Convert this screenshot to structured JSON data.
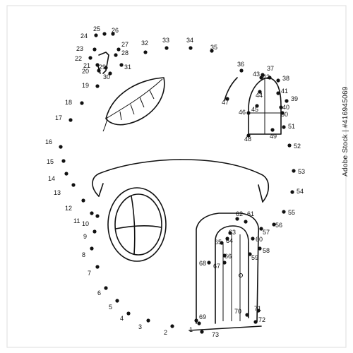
{
  "puzzle": {
    "dots": [
      {
        "n": "1"
      },
      {
        "n": "2"
      },
      {
        "n": "3"
      },
      {
        "n": "4"
      },
      {
        "n": "5"
      },
      {
        "n": "6"
      },
      {
        "n": "7"
      },
      {
        "n": "8"
      },
      {
        "n": "9"
      },
      {
        "n": "10"
      },
      {
        "n": "11"
      },
      {
        "n": "12"
      },
      {
        "n": "13"
      },
      {
        "n": "14"
      },
      {
        "n": "15"
      },
      {
        "n": "16"
      },
      {
        "n": "17"
      },
      {
        "n": "18"
      },
      {
        "n": "19"
      },
      {
        "n": "20"
      },
      {
        "n": "21"
      },
      {
        "n": "22"
      },
      {
        "n": "23"
      },
      {
        "n": "24"
      },
      {
        "n": "25"
      },
      {
        "n": "26"
      },
      {
        "n": "27"
      },
      {
        "n": "28"
      },
      {
        "n": "29"
      },
      {
        "n": "30"
      },
      {
        "n": "31"
      },
      {
        "n": "32"
      },
      {
        "n": "33"
      },
      {
        "n": "34"
      },
      {
        "n": "35"
      },
      {
        "n": "36"
      },
      {
        "n": "37"
      },
      {
        "n": "38"
      },
      {
        "n": "39"
      },
      {
        "n": "40"
      },
      {
        "n": "41"
      },
      {
        "n": "42"
      },
      {
        "n": "43"
      },
      {
        "n": "44"
      },
      {
        "n": "45"
      },
      {
        "n": "46"
      },
      {
        "n": "47"
      },
      {
        "n": "48"
      },
      {
        "n": "49"
      },
      {
        "n": "50"
      },
      {
        "n": "51"
      },
      {
        "n": "52"
      },
      {
        "n": "53"
      },
      {
        "n": "54"
      },
      {
        "n": "55"
      },
      {
        "n": "56"
      },
      {
        "n": "57"
      },
      {
        "n": "58"
      },
      {
        "n": "59"
      },
      {
        "n": "60"
      },
      {
        "n": "61"
      },
      {
        "n": "62"
      },
      {
        "n": "63"
      },
      {
        "n": "64"
      },
      {
        "n": "65"
      },
      {
        "n": "66"
      },
      {
        "n": "67"
      },
      {
        "n": "68"
      },
      {
        "n": "69"
      },
      {
        "n": "70"
      },
      {
        "n": "71"
      },
      {
        "n": "72"
      },
      {
        "n": "73"
      }
    ]
  },
  "watermark": {
    "text": "Adobe Stock | #416945069"
  },
  "colors": {
    "ink": "#111111",
    "background": "#ffffff"
  }
}
